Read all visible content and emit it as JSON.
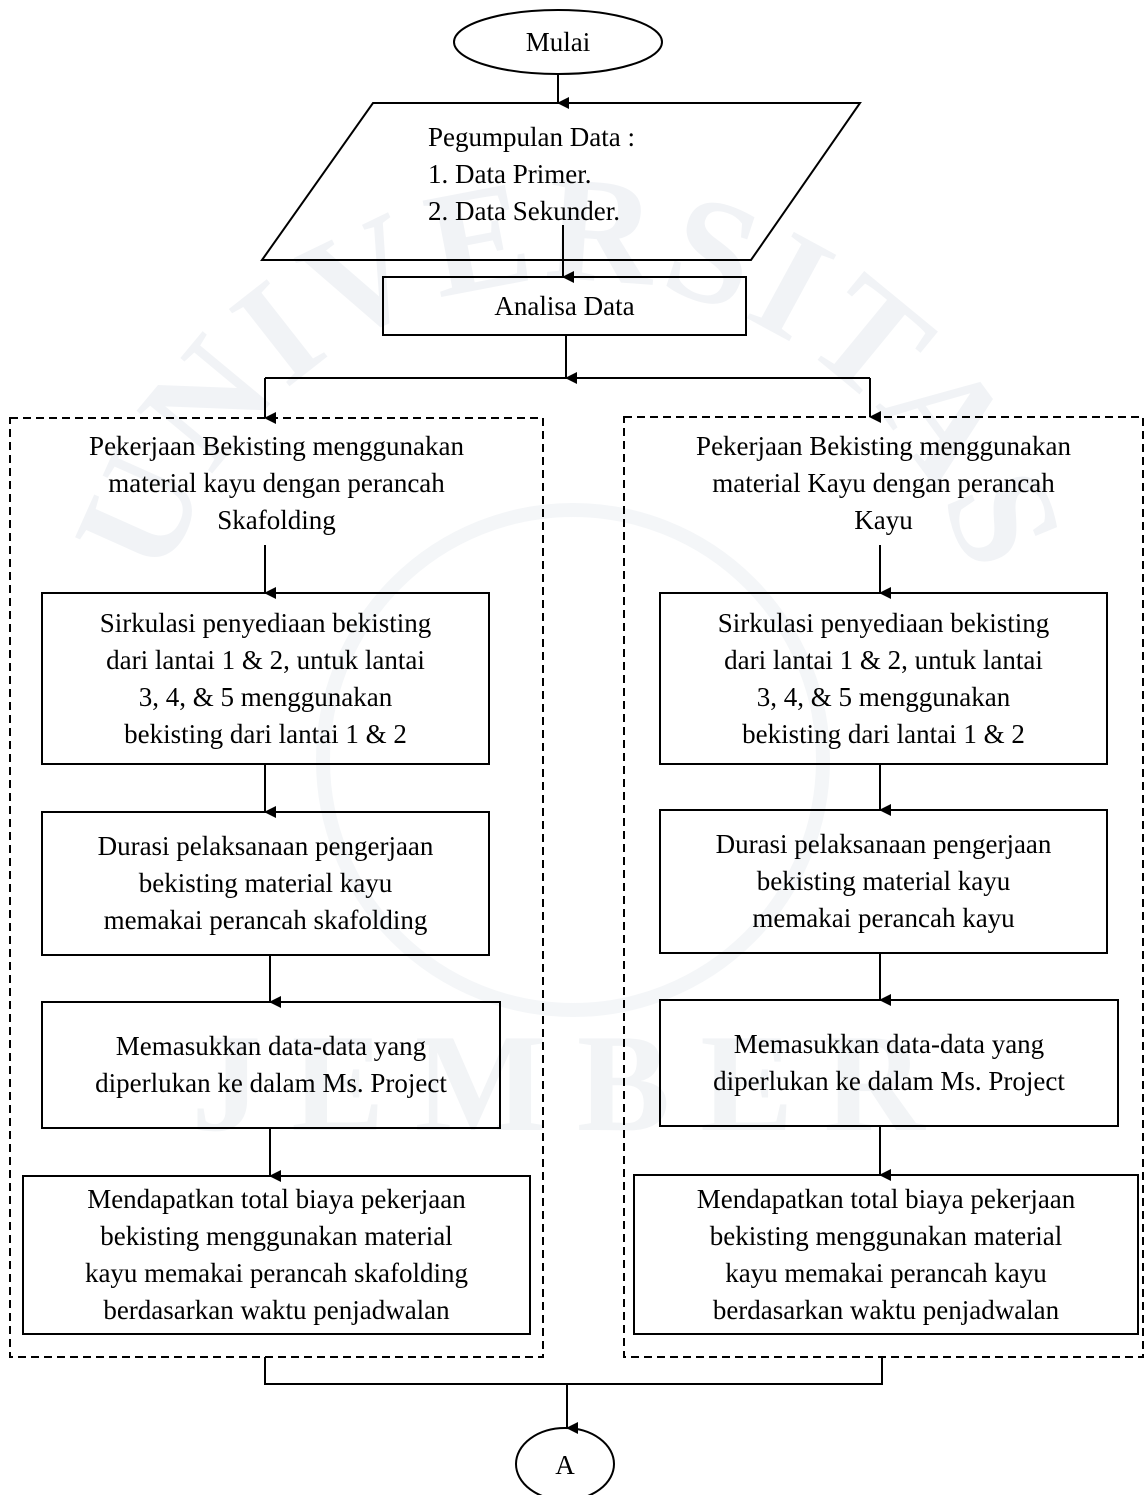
{
  "colors": {
    "stroke": "#000000",
    "text": "#000000",
    "background": "#ffffff",
    "watermark": "#aab4c3"
  },
  "nodes": {
    "start": "Mulai",
    "input_title": "Pegumpulan Data :",
    "input_items": [
      "1.  Data Primer.",
      "2.  Data Sekunder."
    ],
    "analysis": "Analisa Data",
    "left": {
      "header": "Pekerjaan Bekisting menggunakan\nmaterial kayu dengan perancah\nSkafolding",
      "step1": "Sirkulasi penyediaan bekisting\ndari lantai 1 & 2, untuk lantai\n3, 4, & 5 menggunakan\nbekisting dari lantai 1 & 2",
      "step2": "Durasi pelaksanaan pengerjaan\nbekisting material kayu\nmemakai perancah skafolding",
      "step3": "Memasukkan data-data yang\ndiperlukan ke dalam Ms. Project",
      "step4": "Mendapatkan total biaya pekerjaan\nbekisting menggunakan material\nkayu memakai perancah skafolding\nberdasarkan waktu penjadwalan"
    },
    "right": {
      "header": "Pekerjaan Bekisting menggunakan\nmaterial Kayu dengan perancah\nKayu",
      "step1": "Sirkulasi penyediaan bekisting\ndari lantai 1 & 2, untuk lantai\n3, 4, & 5 menggunakan\nbekisting dari lantai 1 & 2",
      "step2": "Durasi pelaksanaan pengerjaan\nbekisting material kayu\nmemakai perancah kayu",
      "step3": "Memasukkan data-data yang\ndiperlukan ke dalam Ms. Project",
      "step4": "Mendapatkan total biaya pekerjaan\nbekisting menggunakan material\nkayu memakai perancah kayu\nberdasarkan waktu penjadwalan"
    },
    "connector": "A"
  },
  "watermark": {
    "arc_text": "UNIVERSITAS",
    "bottom_text": "JEMBER"
  }
}
